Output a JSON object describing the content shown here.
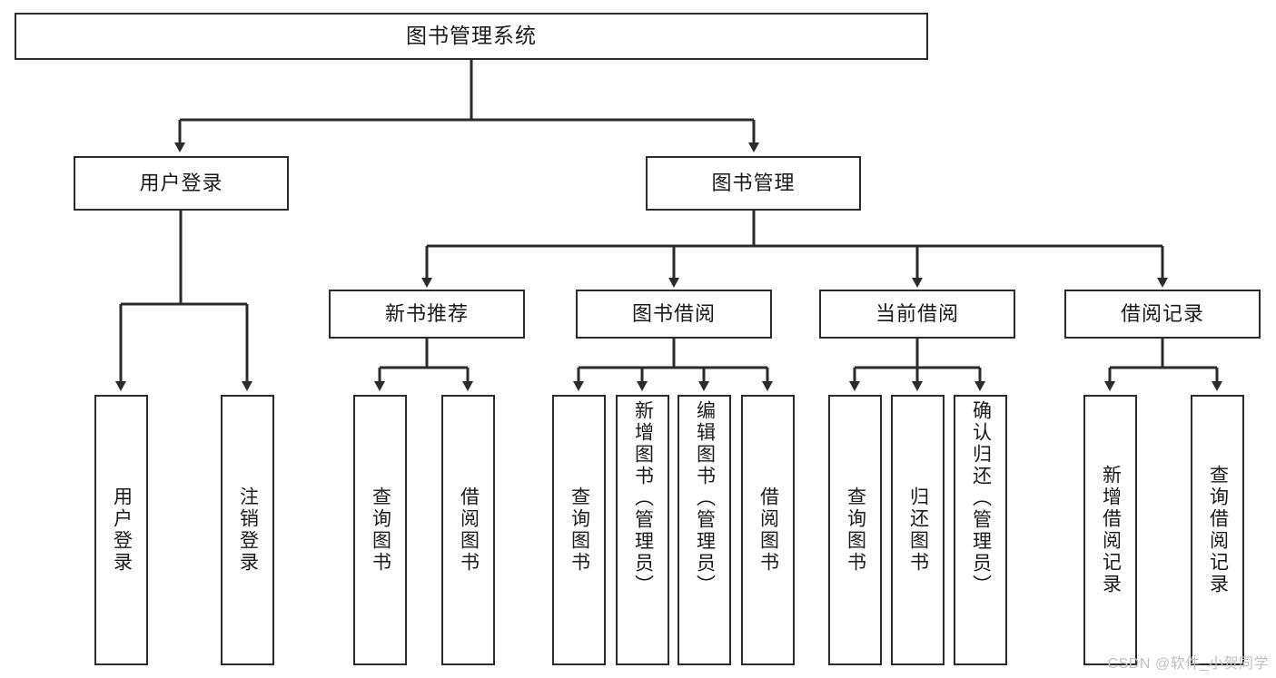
{
  "diagram": {
    "type": "tree-hierarchy",
    "title": "图书管理系统",
    "watermark": "CSDN @软件_小贺同学",
    "colors": {
      "box_border": "#2b2b2b",
      "box_fill": "#ffffff",
      "connector": "#2b2b2b",
      "text": "#1a1a1a",
      "watermark": "#bfbfbf",
      "background": "#ffffff"
    },
    "root": {
      "label": "图书管理系统"
    },
    "level2": [
      {
        "id": "user-login",
        "label": "用户登录"
      },
      {
        "id": "book-management",
        "label": "图书管理"
      }
    ],
    "level3": [
      {
        "id": "new-book-recommend",
        "label": "新书推荐"
      },
      {
        "id": "book-borrow",
        "label": "图书借阅"
      },
      {
        "id": "current-borrow",
        "label": "当前借阅"
      },
      {
        "id": "borrow-record",
        "label": "借阅记录"
      }
    ],
    "leaves": {
      "user_login": [
        {
          "id": "leaf-user-login",
          "label": "用户登录"
        },
        {
          "id": "leaf-logout-login",
          "label": "注销登录"
        }
      ],
      "new_book_recommend": [
        {
          "id": "leaf-query-book-1",
          "label": "查询图书"
        },
        {
          "id": "leaf-borrow-book-1",
          "label": "借阅图书"
        }
      ],
      "book_borrow": [
        {
          "id": "leaf-query-book-2",
          "label": "查询图书"
        },
        {
          "id": "leaf-add-book",
          "label": "新增图书（管理员）"
        },
        {
          "id": "leaf-edit-book",
          "label": "编辑图书（管理员）"
        },
        {
          "id": "leaf-borrow-book-2",
          "label": "借阅图书"
        }
      ],
      "current_borrow": [
        {
          "id": "leaf-query-book-3",
          "label": "查询图书"
        },
        {
          "id": "leaf-return-book",
          "label": "归还图书"
        },
        {
          "id": "leaf-confirm-return",
          "label": "确认归还（管理员）"
        }
      ],
      "borrow_record": [
        {
          "id": "leaf-add-record",
          "label": "新增借阅记录"
        },
        {
          "id": "leaf-query-record",
          "label": "查询借阅记录"
        }
      ]
    }
  }
}
